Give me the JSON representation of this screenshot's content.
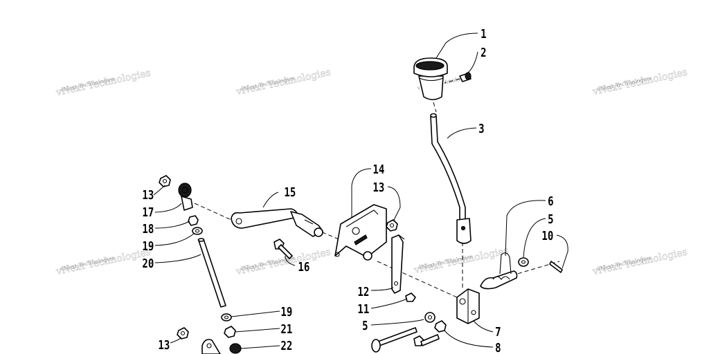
{
  "watermark": {
    "text": "vNext Technologies"
  },
  "callouts": {
    "c1": "1",
    "c2": "2",
    "c3": "3",
    "c5a": "5",
    "c5b": "5",
    "c6": "6",
    "c7": "7",
    "c8": "8",
    "c10": "10",
    "c11": "11",
    "c12": "12",
    "c13a": "13",
    "c13b": "13",
    "c13c": "13",
    "c14": "14",
    "c15": "15",
    "c16": "16",
    "c17": "17",
    "c18": "18",
    "c19a": "19",
    "c19b": "19",
    "c20": "20",
    "c21": "21",
    "c22": "22"
  }
}
